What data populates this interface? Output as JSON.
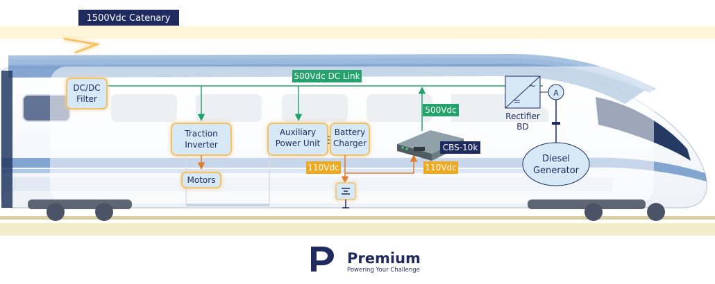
{
  "labels": {
    "catenary": "1500Vdc Catenary",
    "dc_link": "500Vdc DC Link",
    "dcdc_filter": [
      "DC/DC",
      "Filter"
    ],
    "traction_inverter": [
      "Traction",
      "Inverter"
    ],
    "motors": "Motors",
    "aux_power_unit": [
      "Auxiliary",
      "Power Unit"
    ],
    "battery_charger": [
      "Battery",
      "Charger"
    ],
    "rectifier": [
      "Rectifier",
      "BD"
    ],
    "rectifier_symbol": "=",
    "rectifier_ac_symbol": "~",
    "alternator_symbol": "A",
    "diesel_generator": [
      "Diesel",
      "Generator"
    ],
    "cbs_unit": "CBS-10k",
    "v500_tag": "500Vdc",
    "v110_left": "110Vdc",
    "v110_right": "110Vdc"
  },
  "brand": {
    "name": "Premium",
    "tagline": "Powering Your Challenge"
  },
  "colors": {
    "navy": "#1f2a5e",
    "green_bus": "#23a36b",
    "orange": "#e07b2b",
    "tag_orange": "#f0a91e",
    "glow": "#ffe7a3",
    "box_fill": "#d7e8f6",
    "box_stroke": "#f5c15c"
  }
}
